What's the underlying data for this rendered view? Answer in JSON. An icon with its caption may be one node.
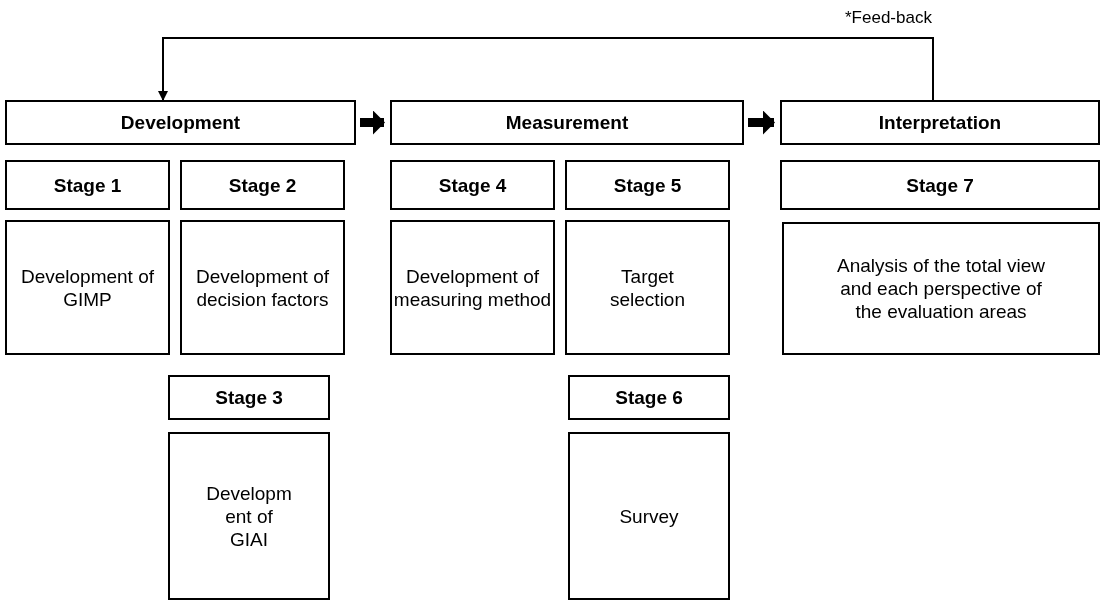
{
  "diagram": {
    "nodes": [
      {
        "text": [
          "Development"
        ]
      },
      {
        "text": [
          "Measurement"
        ]
      },
      {
        "text": [
          "Interpretation"
        ]
      },
      {
        "text": [
          "Stage 1"
        ]
      },
      {
        "text": [
          "Stage 2"
        ]
      },
      {
        "text": [
          "Development of GIMP"
        ]
      },
      {
        "text": [
          "Development of decision factors"
        ]
      },
      {
        "text": [
          "Stage 3"
        ]
      },
      {
        "text": [
          "Developm ent of GIAI"
        ]
      },
      {
        "text": [
          "Stage 4"
        ]
      },
      {
        "text": [
          "Stage 5"
        ]
      },
      {
        "text": [
          "Development of measuring method"
        ]
      },
      {
        "text": [
          "Target selection"
        ]
      },
      {
        "text": [
          "Stage 6"
        ]
      },
      {
        "text": [
          "Survey"
        ]
      },
      {
        "text": [
          "Stage 7"
        ]
      },
      {
        "text": [
          "Analysis of the total view and each perspective of the evaluation areas"
        ]
      }
    ],
    "edges": [
      {
        "from": 2,
        "to": 0,
        "arrow": "to",
        "label": "*Feed-back"
      },
      {
        "from": 0,
        "to": 1,
        "arrow": "to"
      },
      {
        "from": 1,
        "to": 2,
        "arrow": "to"
      }
    ]
  }
}
